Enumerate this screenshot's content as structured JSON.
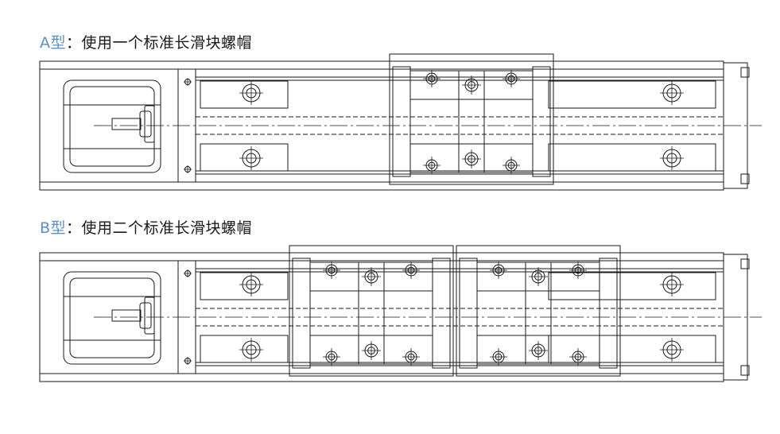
{
  "diagram_a": {
    "prefix": "A型",
    "text": "：使用一个标准长滑块螺帽",
    "sliders": 1
  },
  "diagram_b": {
    "prefix": "B型",
    "text": "：使用二个标准长滑块螺帽",
    "sliders": 2
  },
  "colors": {
    "line": "#1a1a1a",
    "accent": "#5b8fc9",
    "background": "#ffffff"
  }
}
